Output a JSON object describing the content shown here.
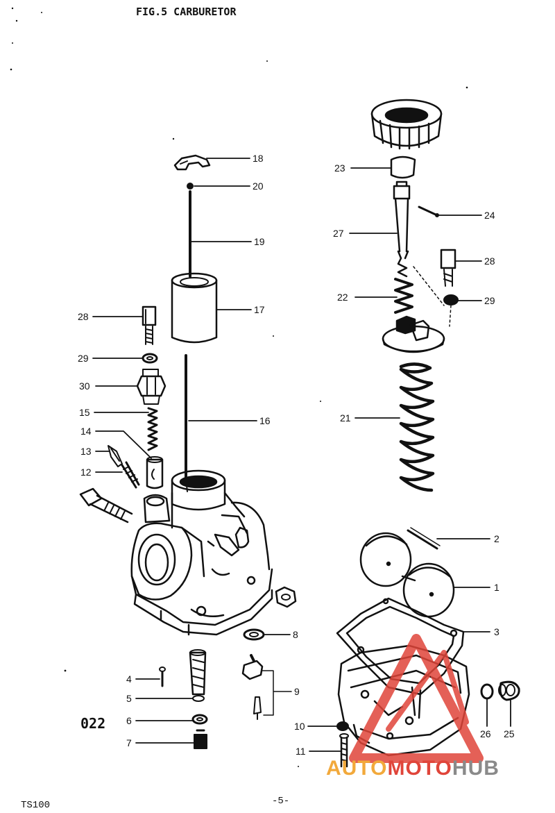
{
  "figure": {
    "title": "FIG.5 CARBURETOR",
    "code": "022",
    "model": "TS100",
    "page": "-5-"
  },
  "colors": {
    "ink": "#111111",
    "watermark_red": "#e0453a",
    "watermark_orange": "#f2a93b",
    "watermark_gray": "#8a8a8a"
  },
  "watermark": {
    "part1": "AUTO",
    "part2": "MOTO",
    "part3": "HUB"
  },
  "parts": [
    {
      "id": "18",
      "label": "18"
    },
    {
      "id": "20",
      "label": "20"
    },
    {
      "id": "19",
      "label": "19"
    },
    {
      "id": "17",
      "label": "17"
    },
    {
      "id": "16",
      "label": "16"
    },
    {
      "id": "28a",
      "label": "28"
    },
    {
      "id": "29a",
      "label": "29"
    },
    {
      "id": "30",
      "label": "30"
    },
    {
      "id": "15",
      "label": "15"
    },
    {
      "id": "14",
      "label": "14"
    },
    {
      "id": "13",
      "label": "13"
    },
    {
      "id": "12",
      "label": "12"
    },
    {
      "id": "23",
      "label": "23"
    },
    {
      "id": "24",
      "label": "24"
    },
    {
      "id": "27",
      "label": "27"
    },
    {
      "id": "28b",
      "label": "28"
    },
    {
      "id": "22",
      "label": "22"
    },
    {
      "id": "29b",
      "label": "29"
    },
    {
      "id": "21",
      "label": "21"
    },
    {
      "id": "2",
      "label": "2"
    },
    {
      "id": "1",
      "label": "1"
    },
    {
      "id": "3",
      "label": "3"
    },
    {
      "id": "8",
      "label": "8"
    },
    {
      "id": "4",
      "label": "4"
    },
    {
      "id": "5",
      "label": "5"
    },
    {
      "id": "6",
      "label": "6"
    },
    {
      "id": "7",
      "label": "7"
    },
    {
      "id": "9",
      "label": "9"
    },
    {
      "id": "10",
      "label": "10"
    },
    {
      "id": "11",
      "label": "11"
    },
    {
      "id": "26",
      "label": "26"
    },
    {
      "id": "25",
      "label": "25"
    }
  ]
}
